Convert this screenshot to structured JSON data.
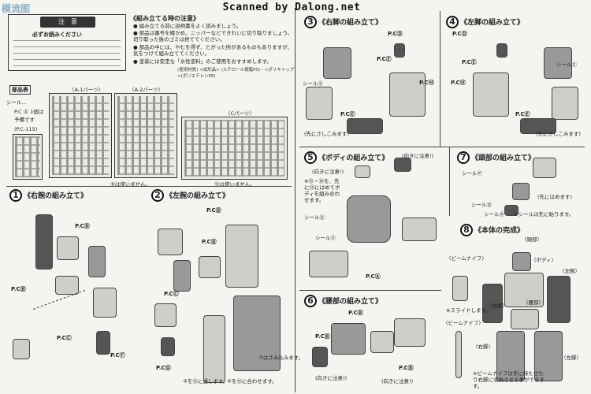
{
  "banner": "Scanned by Dalong.net",
  "watermark": "模流图",
  "caution": {
    "title": "注　意",
    "subtitle": "必ずお読みください",
    "lines": [
      "とがった部品があるので、お子様のお手の届かない所に保管してください。",
      "小さな部品があります。口の中に絶対に入れないでください。",
      "窒息などの危険があります。",
      "ビニール袋を頭からかぶらないでください。",
      "窒息の危険があります。"
    ]
  },
  "notes": {
    "heading": "《組み立てる時の注意》",
    "items": [
      "組み立てる前に説明書をよく読みましょう。",
      "部品は番号を確かめ、ニッパーなどできれいに切り取りましょう。切り取った後のゴミは捨ててください。",
      "部品の中には、やむを得ず、とがった所があるものもありますが、気をつけて組み立ててください。",
      "塗装には安定な「水性塗料」のご使用をおすすめします。"
    ],
    "material": "(使用材質) <成形品> (スチロール樹脂PS)・<ポリキャップ>(ポリエチレンPE)"
  },
  "parts_table": {
    "label": "部品表",
    "seal_note": "シール…",
    "pc_note": "P.C Ⓐ 1個は予備です",
    "pc_code": "(P.C-115)",
    "a1": "〈A-1パーツ〉",
    "a2": "〈A-2パーツ〉",
    "c": "〈Cパーツ〉",
    "unused_a": "⑤は使いません。",
    "unused_c": "⑬は使いません。"
  },
  "steps": {
    "s1": {
      "num": "1",
      "title": "《右腕の組み立て》",
      "labels": [
        "P.CⒷ",
        "P.CⒷ",
        "P.CⒸ",
        "P.CⒻ"
      ]
    },
    "s2": {
      "num": "2",
      "title": "《左腕の組み立て》",
      "labels": [
        "P.CⒷ",
        "P.CⒷ",
        "P.CⒸ",
        "P.CⒼ"
      ],
      "notes": [
        "③を⑬に通します。",
        "⑨を⑬に合わせます。",
        "⑦はさみ込みます。"
      ]
    },
    "s3": {
      "num": "3",
      "title": "《右脚の組み立て》",
      "labels": [
        "P.CⒹ",
        "P.CⒺ",
        "P.CⒽ",
        "シールⒺ",
        "P.CⒺ"
      ],
      "note": "(先にさしこみます)"
    },
    "s4": {
      "num": "4",
      "title": "《左脚の組み立て》",
      "labels": [
        "P.CⒹ",
        "P.CⒺ",
        "P.CⒽ",
        "シールⒺ",
        "P.CⒺ"
      ],
      "note": "(先にさしこみます)"
    },
    "s5": {
      "num": "5",
      "title": "《ボディの組み立て》",
      "labels": [
        "(向きに注意!)",
        "(向きに注意!)",
        "P.CⒶ",
        "シールⓊ",
        "シールⓋ"
      ],
      "note": "※⑬・⑭を、先に⑬にはめてボディを組み合わせます。"
    },
    "s6": {
      "num": "6",
      "title": "《腰部の組み立て》",
      "labels": [
        "P.CⒷ",
        "P.CⒷ",
        "P.CⒷ",
        "(向きに注意!)",
        "(向きに注意!)"
      ]
    },
    "s7": {
      "num": "7",
      "title": "《頭部の組み立て》",
      "labels": [
        "シールⓅ",
        "シールⓆ",
        "シールⓇ"
      ],
      "notes": [
        "(先にはめます)",
        "※シールは先に貼ります。"
      ]
    },
    "s8": {
      "num": "8",
      "title": "《本体の完成》",
      "labels": [
        "〈頭部〉",
        "〈ボディ〉",
        "〈左腕〉",
        "〈右腕〉",
        "〈腰部〉",
        "〈左脚〉",
        "〈右脚〉",
        "〈ビームナイフ〉",
        "〈ビームナイフ〉"
      ],
      "notes": [
        "※スライドします。",
        "※ビームナイフは手に持たせたり右脚に収納させる事ができます。"
      ]
    }
  }
}
